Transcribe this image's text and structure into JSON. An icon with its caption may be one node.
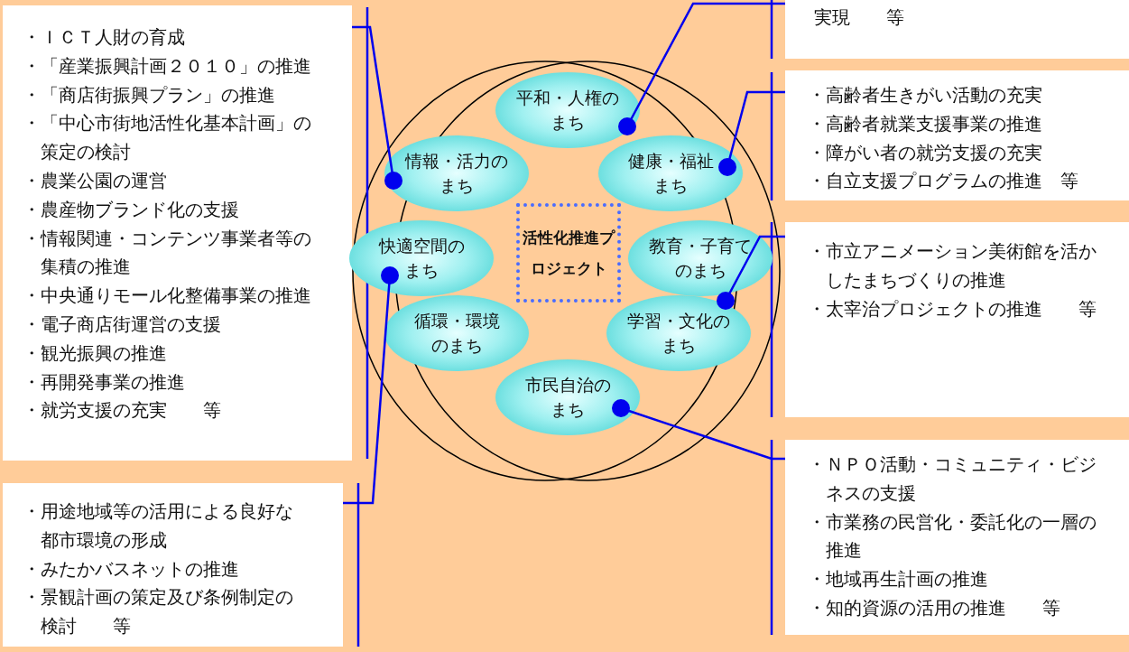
{
  "diagram": {
    "nodes": [
      {
        "text": [
          "・ＩＣＴ人財の育成",
          "・「産業振興計画２０１０」の推進",
          "・「商店街振興プラン」の推進",
          "・「中心市街地活性化基本計画」の策定の検討",
          "・農業公園の運営",
          "・農産物ブランド化の支援",
          "・情報関連・コンテンツ事業者等の集積の推進",
          "・中央通りモール化整備事業の推進",
          "・電子商店街運営の支援",
          "・観光振興の推進",
          "・再開発事業の推進",
          "・就労支援の充実　　等"
        ]
      },
      {
        "text": [
          "・用途地域等の活用による良好な都市環境の形成",
          "・みたかバスネットの推進",
          "・景観計画の策定及び条例制定の検討　　等"
        ]
      },
      {
        "text": [
          "実現　　等"
        ]
      },
      {
        "text": [
          "・高齢者生きがい活動の充実",
          "・高齢者就業支援事業の推進",
          "・障がい者の就労支援の充実",
          "・自立支援プログラムの推進　等"
        ]
      },
      {
        "text": [
          "・市立アニメーション美術館を活かしたまちづくりの推進",
          "・太宰治プロジェクトの推進　　等"
        ]
      },
      {
        "text": [
          "・ＮＰＯ活動・コミュニティ・ビジネスの支援",
          "・市業務の民営化・委託化の一層の推進",
          "・地域再生計画の推進",
          "・知的資源の活用の推進　　等"
        ]
      },
      {
        "text": [
          "平和・人権のまち"
        ]
      },
      {
        "text": [
          "情報・活力のまち"
        ]
      },
      {
        "text": [
          "健康・福祉まち"
        ]
      },
      {
        "text": [
          "快適空間のまち"
        ]
      },
      {
        "text": [
          "活性化推進プロジェクト"
        ]
      },
      {
        "text": [
          "教育・子育てのまち"
        ]
      },
      {
        "text": [
          "循環・環境のまち"
        ]
      },
      {
        "text": [
          "学習・文化のまち"
        ]
      },
      {
        "text": [
          "市民自治のまち"
        ]
      }
    ],
    "edges": [
      {
        "from": 0,
        "to": 7,
        "arrow": "other"
      },
      {
        "from": 1,
        "to": 9,
        "arrow": "other"
      },
      {
        "from": 2,
        "to": 6,
        "arrow": "other"
      },
      {
        "from": 3,
        "to": 8,
        "arrow": "other"
      },
      {
        "from": 4,
        "to": 13,
        "arrow": "other"
      },
      {
        "from": 5,
        "to": 14,
        "arrow": "other"
      }
    ]
  }
}
